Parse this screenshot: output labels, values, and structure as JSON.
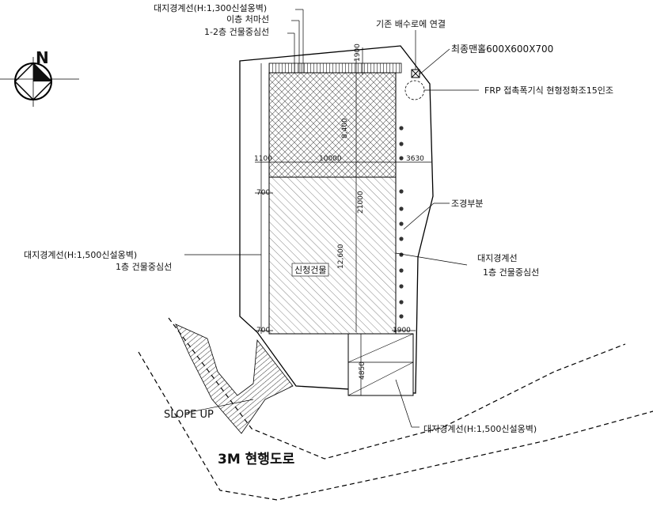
{
  "north_label": "N",
  "top_labels": {
    "wall_1300": "대지경계선(H:1,300신설옹벽)",
    "eave_line": "이층 처마선",
    "building_center_12": "1-2층 건물중심선",
    "drain_connect": "기존 배수로에 연결",
    "manhole": "최종맨홀600X600X700",
    "septic": "FRP 접촉폭기식 현형정화조15인조"
  },
  "dimensions": {
    "d1900_top": "1900",
    "d8400": "8,400",
    "d1100": "1100",
    "d10000": "10000",
    "d3630": "3630",
    "d700_mid": "700",
    "d21000": "21000",
    "d12600": "12,600",
    "d700_bottom": "700",
    "d1900_bottom": "1900",
    "d4850": "4850"
  },
  "side_labels": {
    "landscape": "조경부분",
    "left_wall_1500": "대지경계선(H:1,500신설옹벽)",
    "left_center_1f": "1층 건물중심선",
    "right_boundary": "대지경계선",
    "right_center_1f": "1층 건물중심선",
    "new_building": "신청건물",
    "bottom_wall_1500": "대지경계선(H:1,500신설옹벽)",
    "slope_up": "SLOPE UP",
    "road": "3M 현행도로"
  }
}
